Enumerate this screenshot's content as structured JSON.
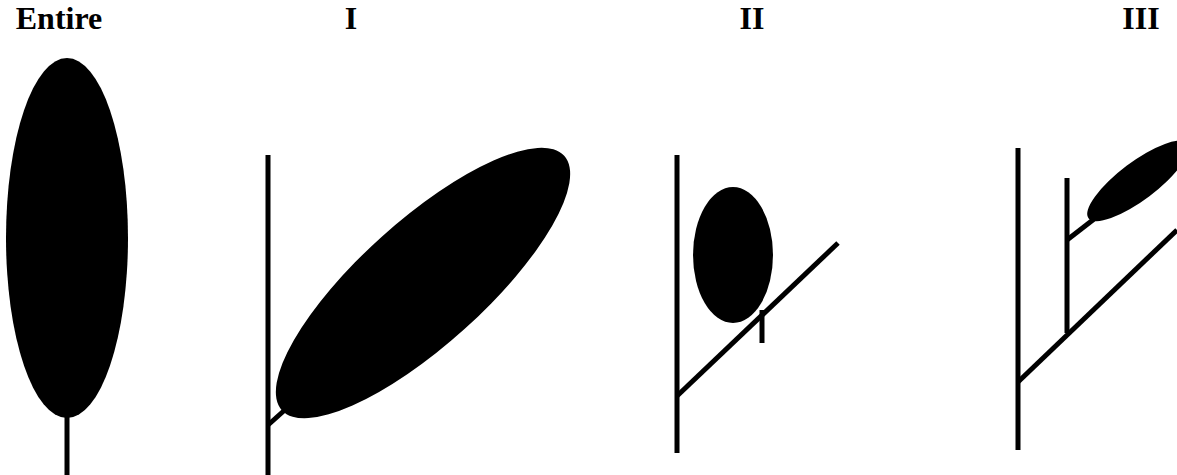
{
  "diagram": {
    "labels": [
      "Entire",
      "I",
      "II",
      "III"
    ]
  }
}
